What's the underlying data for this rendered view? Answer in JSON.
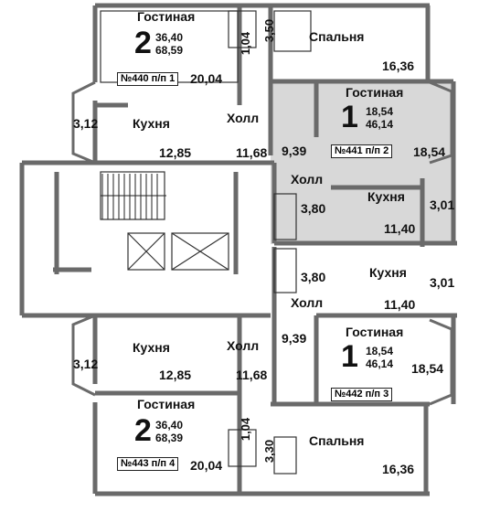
{
  "units": {
    "u440": {
      "title": "Гостиная",
      "rooms": "2",
      "area_living": "36,40",
      "area_total": "68,59",
      "tag": "№440 п/п 1",
      "kitchen": "Кухня",
      "hall": "Холл",
      "bedroom": "Спальня",
      "v_living": "20,04",
      "v_kitchen": "12,85",
      "v_hall": "11,68",
      "v_bedroom": "16,36",
      "v_balcony": "3,12",
      "v_wc": "1,04",
      "v_bath": "3,50"
    },
    "u441": {
      "title": "Гостиная",
      "rooms": "1",
      "area_living": "18,54",
      "area_total": "46,14",
      "tag": "№441 п/п 2",
      "kitchen": "Кухня",
      "hall": "Холл",
      "v_living": "18,54",
      "v_hall": "9,39",
      "v_kitchen": "11,40",
      "v_balcony": "3,01",
      "v_bath": "3,80"
    },
    "u442": {
      "title": "Гостиная",
      "rooms": "1",
      "area_living": "18,54",
      "area_total": "46,14",
      "tag": "№442 п/п 3",
      "kitchen": "Кухня",
      "hall": "Холл",
      "v_living": "18,54",
      "v_hall": "9,39",
      "v_kitchen": "11,40",
      "v_balcony": "3,01",
      "v_bath": "3,80"
    },
    "u443": {
      "title": "Гостиная",
      "rooms": "2",
      "area_living": "36,40",
      "area_total": "68,39",
      "tag": "№443 п/п 4",
      "kitchen": "Кухня",
      "hall": "Холл",
      "bedroom": "Спальня",
      "v_living": "20,04",
      "v_kitchen": "12,85",
      "v_hall": "11,68",
      "v_bedroom": "16,36",
      "v_balcony": "3,12",
      "v_wc": "1,04",
      "v_bath": "3,30"
    }
  },
  "colors": {
    "wall": "#6e6e6e",
    "highlight": "#d6d6d6",
    "line": "#333333"
  }
}
